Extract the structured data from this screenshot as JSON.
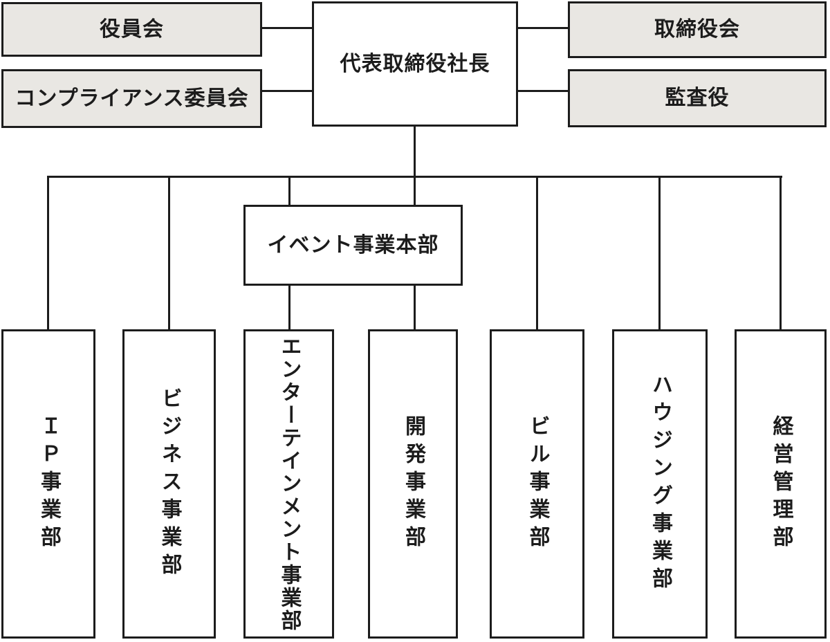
{
  "org": {
    "president": "代表取締役社長",
    "left_committees": [
      "役員会",
      "コンプライアンス委員会"
    ],
    "right_committees": [
      "取締役会",
      "監査役"
    ],
    "event_hq": "イベント事業本部",
    "departments": [
      "ＩＰ事業部",
      "ビジネス事業部",
      "エンターテインメント事業部",
      "開発事業部",
      "ビル事業部",
      "ハウジング事業部",
      "経営管理部"
    ]
  },
  "colors": {
    "committee_box_background": "#e9e7e3",
    "department_box_background": "#ffffff",
    "border_and_line": "#1c1c1c",
    "text": "#1c1c1c",
    "page_background": "#ffffff"
  }
}
